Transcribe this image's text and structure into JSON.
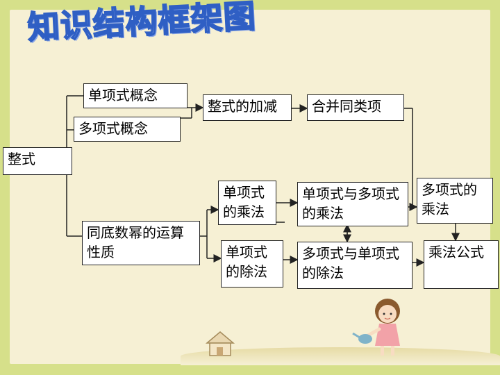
{
  "slide": {
    "title": "知识结构框架图",
    "nodes": {
      "zhengshi": "整式",
      "danxiangshi_gainian": "单项式概念",
      "duoxiangshi_gainian": "多项式概念",
      "zhengshi_jiajian": "整式的加减",
      "hebing_tonglei": "合并同类项",
      "tongdi_mi": "同底数幂的运算性质",
      "dan_chengfa": "单项式的乘法",
      "dan_chufa": "单项式的除法",
      "dan_yu_duo_cheng": "单项式与多项式的乘法",
      "duo_yu_dan_chu": "多项式与单项式的除法",
      "duo_chengfa": "多项式的乘法",
      "chengfa_gongshi": "乘法公式"
    }
  },
  "colors": {
    "outer_bg": "#d6e08a",
    "panel_bg": "#f6f0d4",
    "title_stroke": "#2f5fc4"
  },
  "icons": [
    "house-icon",
    "girl-watering-icon"
  ]
}
